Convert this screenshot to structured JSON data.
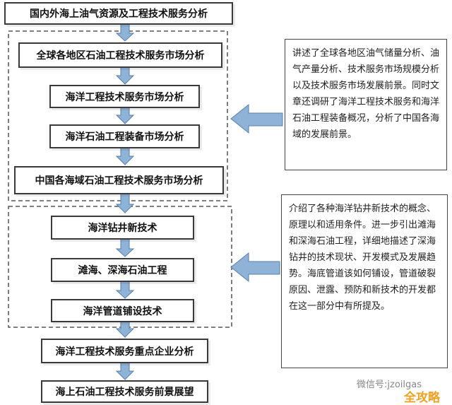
{
  "flow": {
    "title": "国内外海上油气资源及工程技术服务分析",
    "group1": [
      "全球各地区石油工程技术服务市场分析",
      "海洋工程技术服务市场分析",
      "海洋石油工程装备市场分析",
      "中国各海域石油工程技术服务市场分析"
    ],
    "group2": [
      "海洋钻井新技术",
      "滩海、深海石油工程",
      "海洋管道铺设技术"
    ],
    "after": [
      "海洋工程技术服务重点企业分析",
      "海上石油工程技术服务前景展望"
    ]
  },
  "notes": {
    "note1": "讲述了全球各地区油气储量分析、油气产量分析、技术服务市场规模分析以及技术服务市场发展前景。同时文章还调研了海洋工程技术服务和海洋石油工程装备概况，分析了中国各海域的发展前景。",
    "note2": "介绍了各种海洋钻井新技术的概念、原理以和适用条件。进一步引出滩海和深海石油工程，详细地描述了深海钻井的技术现状、开发模式及发展趋势。海底管道该如何铺设，管道破裂原因、泄露、预防和新技术的开发都在这一部分中有所提及。"
  },
  "watermark": {
    "source": "微信号:jzoilgas",
    "brand": "全攻略"
  },
  "colors": {
    "arrow_fill": "#8fb2d7",
    "arrow_stroke": "#5a7fa8",
    "box_border": "#3a3a3a",
    "dash": "#555555"
  }
}
